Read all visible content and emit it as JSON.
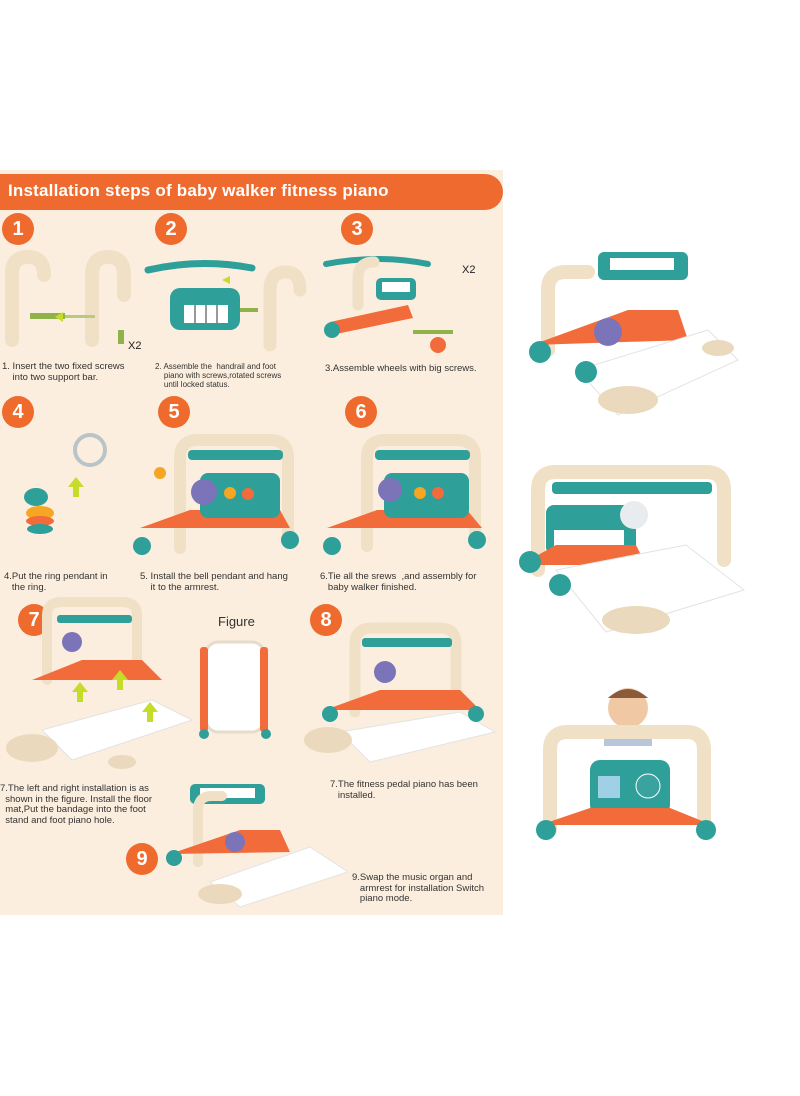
{
  "header": {
    "title": "Installation steps of baby walker fitness piano"
  },
  "steps": [
    {
      "number": "1",
      "caption": "1. Insert the two fixed screws\n    into two support bar.",
      "badge": "X2"
    },
    {
      "number": "2",
      "caption": "2. Assemble the  handrail and foot\n    piano with screws,rotated screws\n    until locked status."
    },
    {
      "number": "3",
      "caption": "3.Assemble wheels with big screws.",
      "badge": "X2"
    },
    {
      "number": "4",
      "caption": "4.Put the ring pendant in\n   the ring."
    },
    {
      "number": "5",
      "caption": "5. Install the bell pendant and hang\n    it to the armrest."
    },
    {
      "number": "6",
      "caption": "6.Tie all the srews  ,and assembly for\n   baby walker finished."
    },
    {
      "number": "7",
      "caption": "7.The left and right installation is as\n  shown in the figure. Install the floor\n  mat,Put the bandage into the foot\n  stand and foot piano hole."
    },
    {
      "number": "8",
      "caption": "7.The fitness pedal piano has been\n   installed."
    },
    {
      "number": "9",
      "caption": "9.Swap the music organ and\n   armrest for installation Switch\n   piano mode."
    }
  ],
  "figure_label": "Figure",
  "colors": {
    "accent": "#ee6a2d",
    "panel": "#fbeede",
    "teal": "#2f9f9a",
    "orange": "#f26b3a",
    "cream": "#f2e4cf"
  }
}
